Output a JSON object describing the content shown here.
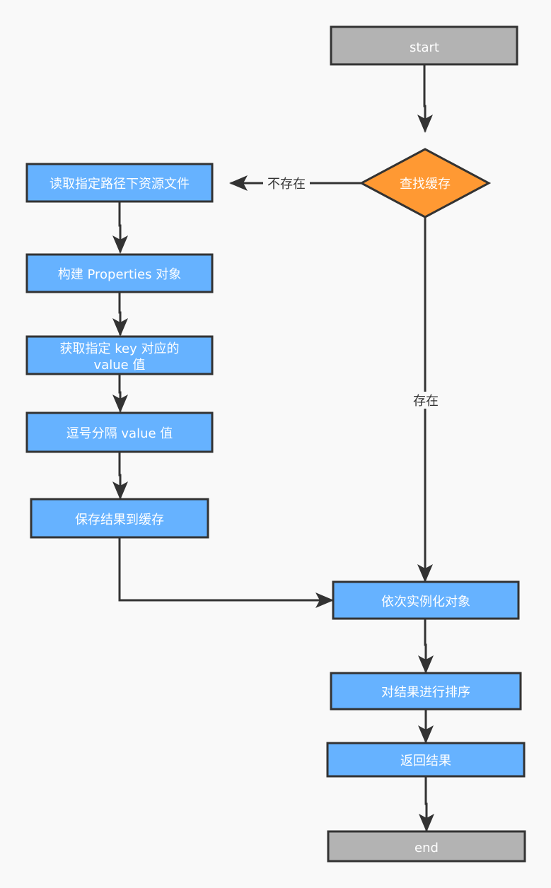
{
  "colors": {
    "background": "#f9f9f9",
    "terminal_fill": "#b3b3b3",
    "process_fill": "#66b2ff",
    "decision_fill": "#ff9933",
    "stroke": "#333333",
    "node_text": "#ffffff",
    "edge_text": "#333333"
  },
  "nodes": {
    "start": "start",
    "find_cache": "查找缓存",
    "read_files": "读取指定路径下资源文件",
    "build_props": "构建 Properties 对象",
    "get_value_line1": "获取指定 key 对应的",
    "get_value_line2": "value 值",
    "split_value": "逗号分隔 value 值",
    "save_cache": "保存结果到缓存",
    "instantiate": "依次实例化对象",
    "sort": "对结果进行排序",
    "return_result": "返回结果",
    "end": "end"
  },
  "edges": {
    "not_exist": "不存在",
    "exist": "存在"
  }
}
